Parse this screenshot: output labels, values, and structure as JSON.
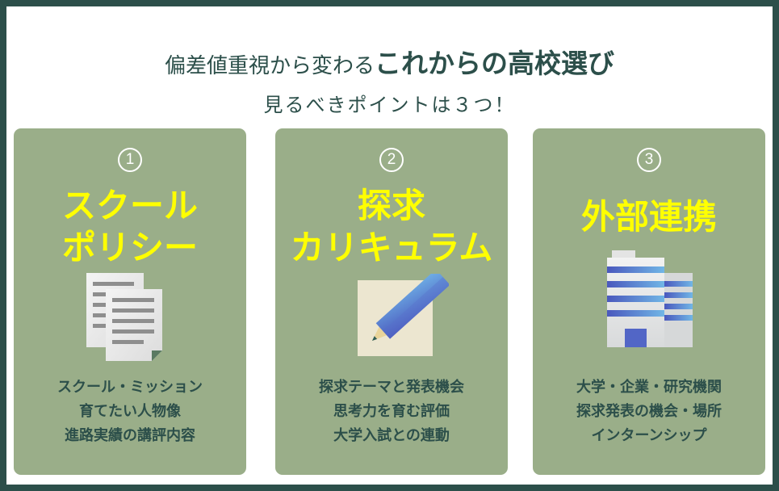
{
  "header": {
    "lead": "偏差値重視から変わる",
    "emphasis": "これからの高校選び",
    "subtitle": "見るべきポイントは３つ！"
  },
  "colors": {
    "frame": "#2c4f4a",
    "card": "#9aae89",
    "title_text": "#ffff00",
    "body_text": "#2c4f4a",
    "number_text": "#ffffff"
  },
  "cards": [
    {
      "number": "1",
      "title_lines": [
        "スクール",
        "ポリシー"
      ],
      "icon": "documents-icon",
      "points": [
        "スクール・ミッション",
        "育てたい人物像",
        "進路実績の講評内容"
      ]
    },
    {
      "number": "2",
      "title_lines": [
        "探求",
        "カリキュラム"
      ],
      "icon": "pencil-paper-icon",
      "points": [
        "探求テーマと発表機会",
        "思考力を育む評価",
        "大学入試との連動"
      ]
    },
    {
      "number": "3",
      "title_lines": [
        "外部連携"
      ],
      "icon": "building-icon",
      "points": [
        "大学・企業・研究機関",
        "探求発表の機会・場所",
        "インターンシップ"
      ]
    }
  ]
}
